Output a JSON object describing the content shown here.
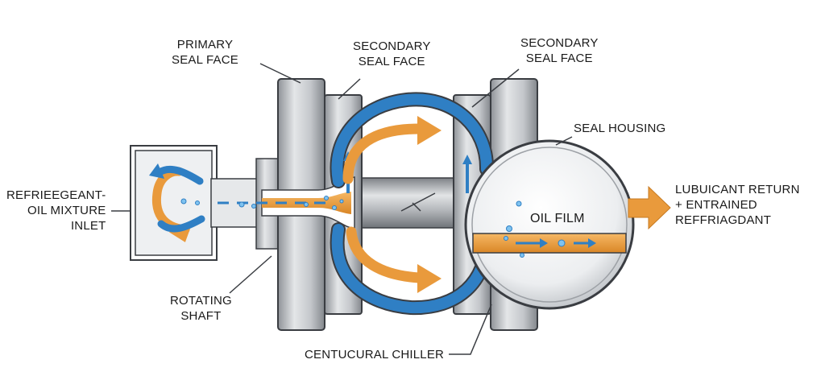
{
  "labels": {
    "primary_seal_face": [
      "PRIMARY",
      "SEAL FACE"
    ],
    "secondary_seal_face_1": [
      "SECONDARY",
      "SEAL FACE"
    ],
    "secondary_seal_face_2": [
      "SECONDARY",
      "SEAL FACE"
    ],
    "seal_housing": "SEAL HOUSING",
    "inlet": [
      "REFRIEEGEANT-",
      "OIL MIXTURE",
      "INLET"
    ],
    "oil_film": "OIL FILM",
    "outlet": [
      "LUBUICANT RETURN",
      "+ ENTRAINED",
      "REFFRIAGDANT"
    ],
    "rotating_shaft": [
      "ROTATING",
      "SHAFT"
    ],
    "chiller": "CENTUCURAL CHILLER"
  },
  "colors": {
    "blue_flow": "#2f7fc4",
    "orange_flow": "#e99a3c",
    "steel": "#b9bcc0",
    "steel_dark": "#7c8085",
    "outline": "#3a3d42"
  }
}
